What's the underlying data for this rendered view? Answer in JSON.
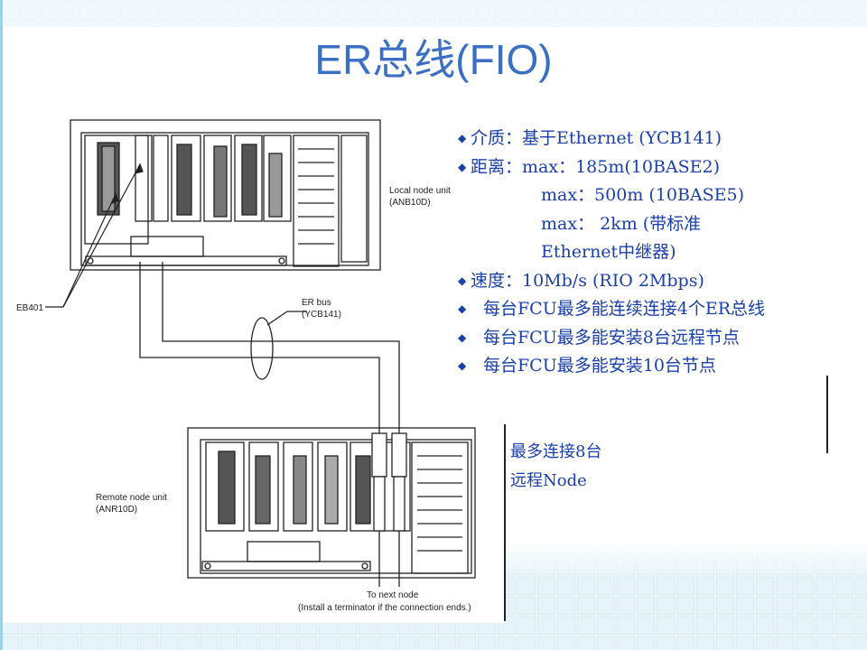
{
  "slide": {
    "title": "ER总线(FIO)"
  },
  "diagram": {
    "local_unit_label": [
      "Local node unit",
      "(ANB10D)"
    ],
    "eb401_label": "EB401",
    "er_bus_label": [
      "ER bus",
      "(YCB141)"
    ],
    "remote_unit_label": [
      "Remote node unit",
      "(ANR10D)"
    ],
    "next_node_label": [
      "To next node",
      "(Install a terminator if the connection ends.)"
    ]
  },
  "bullets": {
    "medium": {
      "key": "介质：",
      "value": "基于Ethernet (YCB141)"
    },
    "distance": {
      "key": "距离：",
      "lines": [
        "max：185m(10BASE2)",
        "max：500m (10BASE5)",
        "max： 2km (带标准",
        "Ethernet中继器)"
      ]
    },
    "speed": {
      "key": "速度：",
      "value": "10Mb/s (RIO 2Mbps)"
    },
    "fcu_er": "每台FCU最多能连续连接4个ER总线",
    "fcu_remote": "每台FCU最多能安装8台远程节点",
    "fcu_nodes": "每台FCU最多能安装10台节点"
  },
  "side_note": {
    "line1": "最多连接8台",
    "line2": "远程Node"
  },
  "colors": {
    "title": "#3a6fc4",
    "text": "#1a3fa8",
    "grid": "#d6ecf6"
  }
}
